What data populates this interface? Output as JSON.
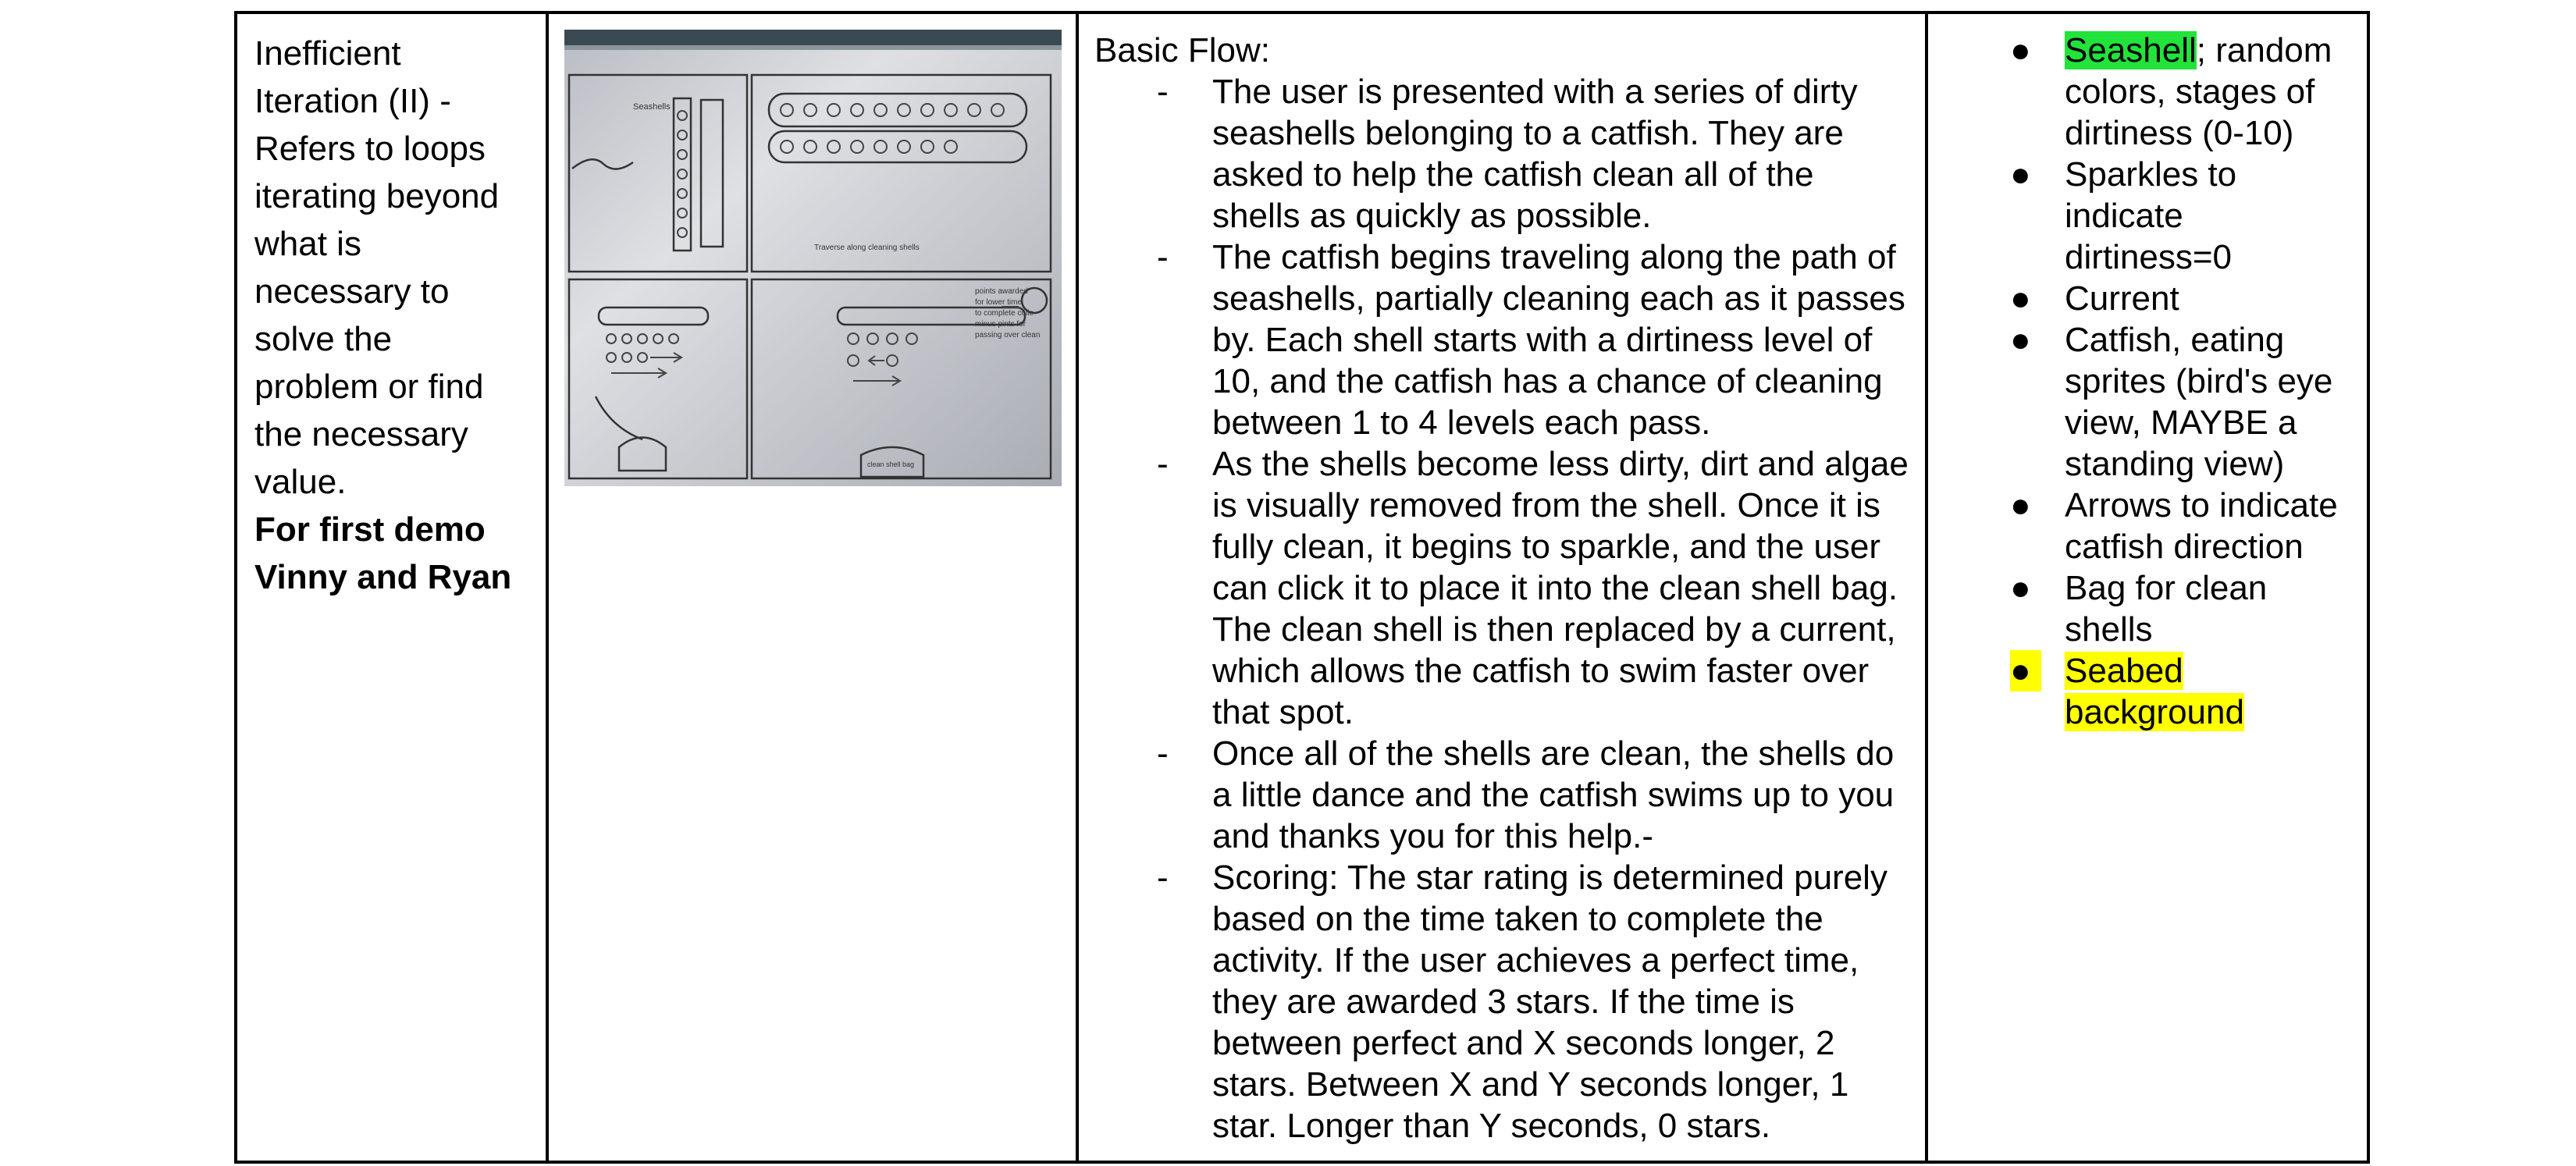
{
  "col1": {
    "description": "Inefficient Iteration (II) - Refers to loops iterating beyond what is necessary to solve the problem or find the necessary value.",
    "lines": [
      "Inefficient",
      "Iteration (II) -",
      "Refers to loops",
      "iterating beyond",
      "what is",
      "necessary to",
      "solve the",
      "problem or find",
      "the necessary",
      "value."
    ],
    "demo_line1": "For first demo",
    "demo_line2": "Vinny and Ryan"
  },
  "sketch": {
    "panel1": {
      "label1": "Seashells"
    },
    "panel2": {
      "note": "Traverse along cleaning shells"
    },
    "annotation": [
      "points awarded",
      "for lower time",
      "to complete colle",
      "minus pints for",
      "passing over clean"
    ],
    "panel4": {
      "bag_label": "clean shell bag"
    }
  },
  "col3": {
    "heading": "Basic Flow:",
    "items": [
      "The user is presented with a series of dirty seashells belonging to a catfish. They are asked to help the catfish clean all of the shells as quickly as possible.",
      "The catfish begins traveling along the path of seashells, partially cleaning each as it passes by. Each shell starts with a dirtiness level of 10, and the catfish has a chance of cleaning between 1 to 4 levels each pass.",
      "As the shells become less dirty, dirt and algae is visually removed from the shell. Once it is fully clean, it begins to sparkle, and the user can click it to place it into the clean shell bag. The clean shell is then replaced by a current, which allows the catfish to swim faster over that spot.",
      "Once all of the shells are clean, the shells do a little dance and the catfish swims up to you and thanks you for this help.-",
      "Scoring: The star rating is determined purely based on the time taken to complete the activity. If the user achieves a perfect time, they are awarded 3 stars. If the time is between perfect and X seconds longer, 2 stars. Between X and Y seconds longer, 1 star. Longer than Y seconds, 0 stars."
    ],
    "dash": "-"
  },
  "col4": {
    "bullet": "●",
    "item1_highlight": "Seashell",
    "item1_rest": "; random colors, stages of dirtiness (0-10)",
    "item2": "Sparkles to indicate dirtiness=0",
    "item3": "Current",
    "item4": "Catfish, eating sprites (bird's eye view, MAYBE a standing view)",
    "item5": "Arrows to indicate catfish direction",
    "item6": "Bag for clean shells",
    "item7": "Seabed background",
    "colors": {
      "green_highlight": "#22e33a",
      "yellow_highlight": "#ffff00"
    }
  }
}
